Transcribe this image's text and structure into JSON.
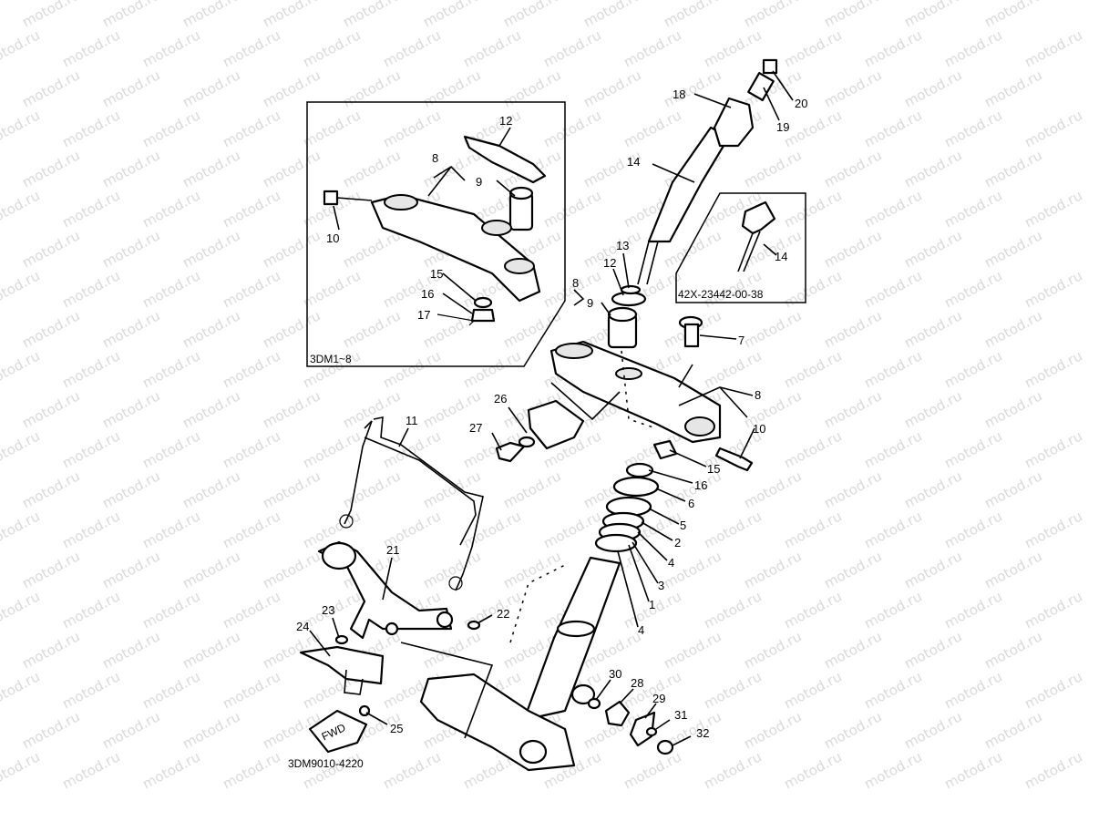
{
  "watermark": "motod.ru",
  "inset_left_label": "3DM1~8",
  "inset_right_label": "42X-23442-00-38",
  "diagram_code": "3DM9010-4220",
  "fwd_label": "FWD",
  "callouts": {
    "c1": "1",
    "c2": "2",
    "c3": "3",
    "c4a": "4",
    "c4b": "4",
    "c5": "5",
    "c6": "6",
    "c7": "7",
    "c8": "8",
    "c9": "9",
    "c10": "10",
    "c11": "11",
    "c12": "12",
    "c13": "13",
    "c14": "14",
    "c15": "15",
    "c16": "16",
    "c18": "18",
    "c19": "19",
    "c20": "20",
    "c21": "21",
    "c22": "22",
    "c23": "23",
    "c24": "24",
    "c25": "25",
    "c26": "26",
    "c27": "27",
    "c28": "28",
    "c29": "29",
    "c30": "30",
    "c31": "31",
    "c32": "32",
    "i8": "8",
    "i9": "9",
    "i10": "10",
    "i12": "12",
    "i15": "15",
    "i16": "16",
    "i17": "17",
    "r14": "14"
  },
  "colors": {
    "ink": "#000000",
    "watermark": "#d9d9d9",
    "paper": "#ffffff"
  }
}
